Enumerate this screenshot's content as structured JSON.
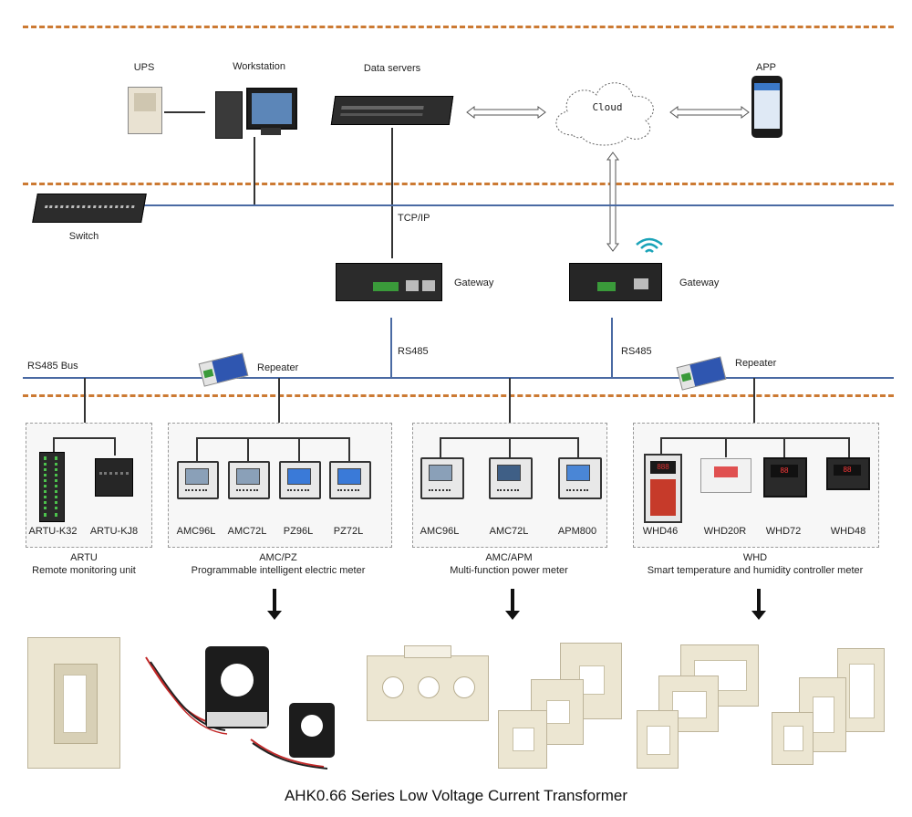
{
  "top_devices": {
    "ups": "UPS",
    "workstation": "Workstation",
    "data_servers": "Data servers",
    "cloud": "Cloud",
    "app": "APP"
  },
  "network": {
    "switch": "Switch",
    "tcpip": "TCP/IP",
    "gateway_left": "Gateway",
    "gateway_right": "Gateway",
    "rs485_left": "RS485",
    "rs485_right": "RS485",
    "rs485_bus": "RS485 Bus",
    "repeater_left": "Repeater",
    "repeater_right": "Repeater"
  },
  "groups": [
    {
      "devices": [
        "ARTU-K32",
        "ARTU-KJ8"
      ],
      "caption_line1": "ARTU",
      "caption_line2": "Remote monitoring unit"
    },
    {
      "devices": [
        "AMC96L",
        "AMC72L",
        "PZ96L",
        "PZ72L"
      ],
      "caption_line1": "AMC/PZ",
      "caption_line2": "Programmable intelligent electric meter"
    },
    {
      "devices": [
        "AMC96L",
        "AMC72L",
        "APM800"
      ],
      "caption_line1": "AMC/APM",
      "caption_line2": "Multi-function power meter"
    },
    {
      "devices": [
        "WHD46",
        "WHD20R",
        "WHD72",
        "WHD48"
      ],
      "caption_line1": "WHD",
      "caption_line2": "Smart temperature and humidity controller meter"
    }
  ],
  "bottom_title": "AHK0.66 Series Low Voltage Current Transformer",
  "colors": {
    "dash": "#cc7a33",
    "bus": "#4a6aa3",
    "transformer": "#ece6d2",
    "wifi": "#1aa3b8"
  }
}
